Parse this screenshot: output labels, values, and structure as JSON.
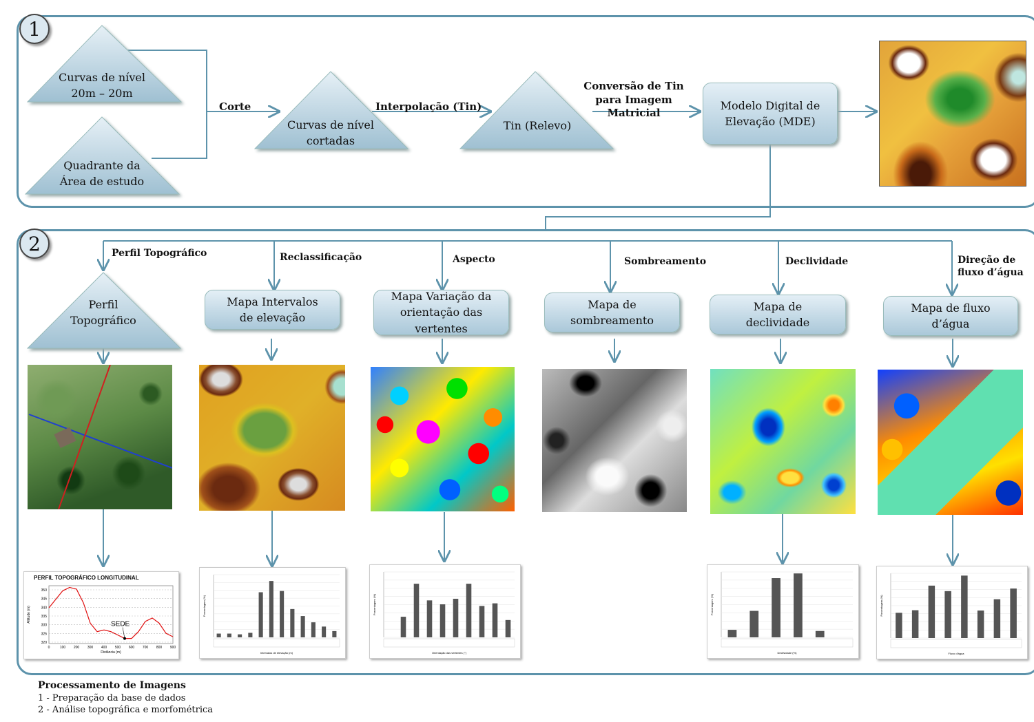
{
  "sections": {
    "one": "1",
    "two": "2"
  },
  "flow1": {
    "curvas_line1": "Curvas de nível",
    "curvas_line2": "20m – 20m",
    "quadrante_line1": "Quadrante da",
    "quadrante_line2": "Área de estudo",
    "corte": "Corte",
    "cortadas_line1": "Curvas de nível",
    "cortadas_line2": "cortadas",
    "interpolacao": "Interpolação (Tin)",
    "tin": "Tin (Relevo)",
    "conversao_line1": "Conversão de Tin",
    "conversao_line2": "para Imagem Matricial",
    "mde_line1": "Modelo Digital de",
    "mde_line2": "Elevação (MDE)"
  },
  "flow2": {
    "branches": [
      {
        "label": "Perfil Topográfico",
        "box_line1": "Perfil",
        "box_line2": "Topográfico"
      },
      {
        "label": "Reclassificação",
        "box_line1": "Mapa Intervalos",
        "box_line2": "de elevação"
      },
      {
        "label": "Aspecto",
        "box_line1": "Mapa Variação da",
        "box_line2": "orientação das",
        "box_line3": "vertentes"
      },
      {
        "label": "Sombreamento",
        "box_line1": "Mapa de",
        "box_line2": "sombreamento"
      },
      {
        "label": "Declividade",
        "box_line1": "Mapa de",
        "box_line2": "declividade"
      },
      {
        "label_line1": "Direção de",
        "label_line2": "fluxo d’água",
        "box_line1": "Mapa de fluxo",
        "box_line2": "d’água"
      }
    ],
    "profile": {
      "title": "PERFIL TOPOGRÁFICO LONGITUDINAL",
      "marker": "SEDE",
      "xlabel": "Distância (m)",
      "ylabel": "Altitude (m)",
      "yticks": [
        "350",
        "345",
        "340",
        "335",
        "330",
        "325",
        "320"
      ],
      "xticks": [
        "0",
        "100",
        "200",
        "300",
        "400",
        "500",
        "600",
        "700",
        "800",
        "900"
      ]
    }
  },
  "chart_data": [
    {
      "type": "line",
      "title": "PERFIL TOPOGRÁFICO LONGITUDINAL",
      "xlabel": "Distância (m)",
      "ylabel": "Altitude (m)",
      "x": [
        0,
        50,
        100,
        150,
        200,
        250,
        300,
        350,
        400,
        450,
        500,
        550,
        600,
        650,
        700,
        750,
        800,
        850,
        900
      ],
      "series": [
        {
          "values": [
            339,
            344,
            349,
            351,
            350,
            342,
            330,
            325,
            326,
            325,
            323,
            321,
            321,
            325,
            331,
            333,
            330,
            324,
            322
          ]
        }
      ],
      "ylim": [
        318,
        352
      ],
      "xlim": [
        0,
        900
      ],
      "annotations": [
        "SEDE"
      ]
    },
    {
      "type": "bar",
      "xlabel": "Intervalos de elevação (m)",
      "ylabel": "Porcentagem (%)",
      "ylim": [
        0,
        25
      ],
      "values": [
        1.5,
        1.5,
        1.2,
        1.8,
        18,
        22.5,
        18.5,
        11.3,
        8.5,
        6,
        4.3,
        2.5
      ]
    },
    {
      "type": "bar",
      "xlabel": "Orientação das vertentes (°)",
      "ylabel": "Porcentagem (%)",
      "ylim": [
        0,
        20
      ],
      "values": [
        0,
        6.3,
        16.4,
        11.3,
        10.1,
        11.8,
        16.4,
        9.6,
        10.4,
        5.3
      ]
    },
    {
      "type": "bar",
      "xlabel": "Declividade (%)",
      "ylabel": "Porcentagem (%)",
      "ylim": [
        0,
        40
      ],
      "values": [
        4.6,
        16.2,
        36.2,
        39.1,
        3.9,
        0
      ]
    },
    {
      "type": "bar",
      "xlabel": "Fluxo d’água",
      "ylabel": "Porcentagem (%)",
      "ylim": [
        0,
        20
      ],
      "values": [
        7.8,
        8.6,
        16.2,
        14.5,
        19.3,
        8.5,
        12,
        15.3
      ]
    }
  ],
  "legend": {
    "title": "Processamento de Imagens",
    "item1": "1 - Preparação da base de dados",
    "item2": "2 - Análise topográfica e morfométrica"
  }
}
